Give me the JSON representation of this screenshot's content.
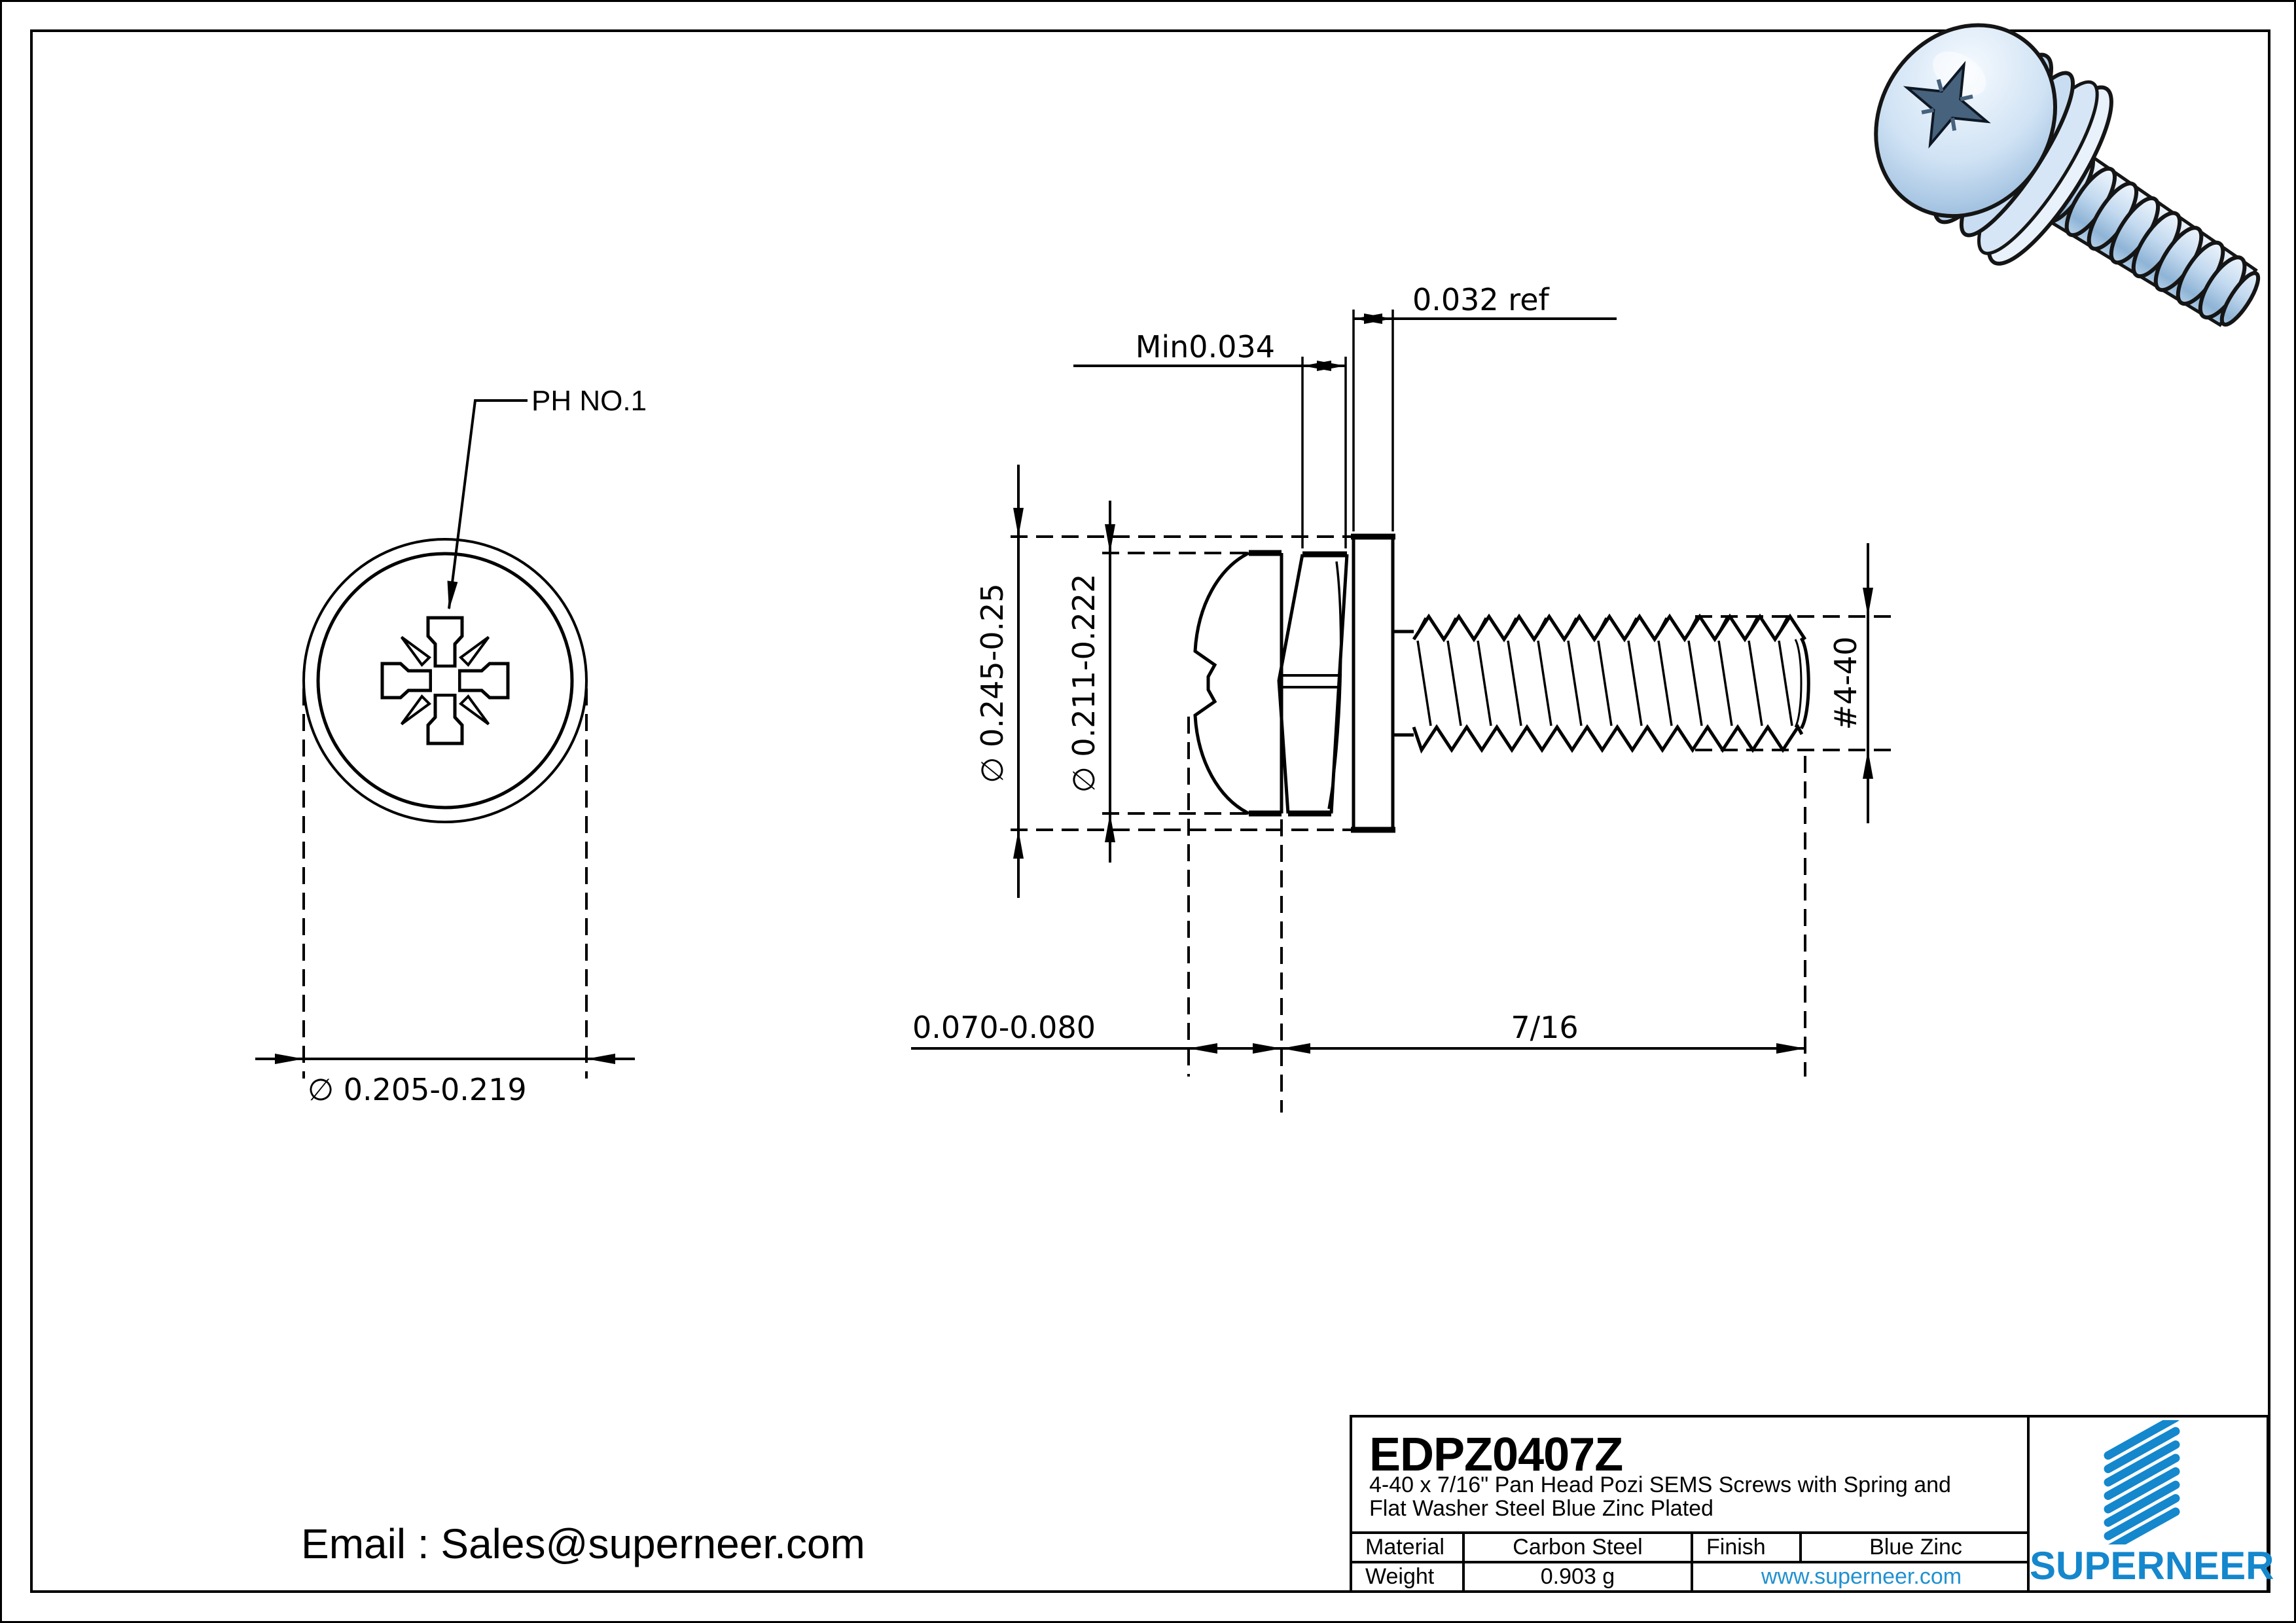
{
  "front_view": {
    "recess_label": "PH NO.1",
    "head_diameter": "∅ 0.205-0.219"
  },
  "side_view": {
    "washer_od": "∅ 0.245-0.25",
    "head_od": "∅ 0.211-0.222",
    "spring_washer_thickness": "Min0.034",
    "flat_washer_thickness": "0.032 ref",
    "head_height": "0.070-0.080",
    "screw_length": "7/16",
    "thread_spec": "#4-40"
  },
  "contact": {
    "email": "Email : Sales@superneer.com"
  },
  "title_block": {
    "part_number": "EDPZ0407Z",
    "description_line1": "4-40 x 7/16\" Pan Head Pozi SEMS Screws with Spring and",
    "description_line2": "Flat Washer Steel Blue Zinc Plated",
    "material_label": "Material",
    "material_value": "Carbon Steel",
    "finish_label": "Finish",
    "finish_value": "Blue Zinc",
    "weight_label": "Weight",
    "weight_value": "0.903 g",
    "website": "www.superneer.com",
    "brand": "SUPERNEER"
  },
  "colors": {
    "line_black": "#000000",
    "brand_blue": "#1487cd",
    "link_blue": "#2191d0",
    "screw_highlight": "#f2f7fd",
    "screw_mid": "#c2d9ef",
    "screw_shadow": "#8fb4d6",
    "recess_dark": "#47627c"
  }
}
